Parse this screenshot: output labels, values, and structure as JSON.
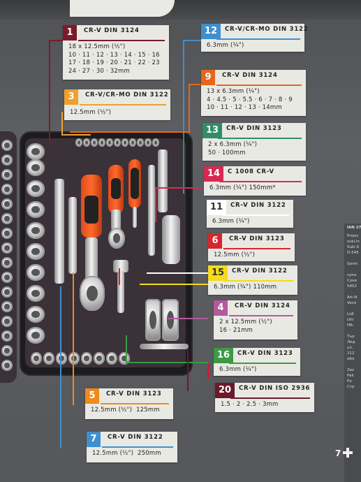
{
  "legend": [
    {
      "num": "1",
      "color": "#7a1b2b",
      "title": "CR-V  DIN 3124",
      "lines": [
        "18 x 12.5mm (½\")",
        "10 · 11 · 12 · 13 · 14 · 15 · 16",
        "17 · 18 · 19 · 20 · 21 · 22 · 23",
        "24 · 27 · 30 · 32mm"
      ]
    },
    {
      "num": "12",
      "color": "#3f8fcf",
      "title": "CR-V/CR-MO  DIN 3122",
      "lines": [
        "6.3mm (¼\")"
      ]
    },
    {
      "num": "9",
      "color": "#e8651b",
      "title": "CR-V  DIN 3124",
      "lines": [
        "13 x 6.3mm (¼\")",
        "4 · 4.5 · 5 · 5.5 · 6 · 7 · 8 · 9",
        "10 · 11 · 12 · 13 · 14mm"
      ]
    },
    {
      "num": "3",
      "color": "#f0a030",
      "title": "CR-V/CR-MO  DIN 3122",
      "lines": [
        "12.5mm (½\")"
      ]
    },
    {
      "num": "13",
      "color": "#2f8e6a",
      "title": "CR-V  DIN 3123",
      "lines": [
        "2 x 6.3mm (¼\")",
        "50 · 100mm"
      ]
    },
    {
      "num": "14",
      "color": "#d62a52",
      "title": "C 1008 CR-V",
      "lines": [
        "6.3mm (¼\") 150mm*"
      ]
    },
    {
      "num": "11",
      "color": "#ffffff",
      "title": "CR-V  DIN 3122",
      "lines": [
        "6.3mm (¼\")"
      ]
    },
    {
      "num": "6",
      "color": "#d8262e",
      "title": "CR-V  DIN 3123",
      "lines": [
        "12.5mm (½\")"
      ]
    },
    {
      "num": "15",
      "color": "#f4dc18",
      "title": "CR-V  DIN 3122",
      "lines": [
        "6.3mm (¼\") 110mm"
      ]
    },
    {
      "num": "4",
      "color": "#b35a9c",
      "title": "CR-V  DIN 3124",
      "lines": [
        "2 x 12.5mm (½\")",
        "16 · 21mm"
      ]
    },
    {
      "num": "16",
      "color": "#3c9a44",
      "title": "CR-V  DIN 3123",
      "lines": [
        "6.3mm (¼\")"
      ]
    },
    {
      "num": "20",
      "color": "#6a1a2a",
      "title": "CR-V  DIN ISO 2936",
      "lines": [
        "1.5 · 2 · 2.5 · 3mm"
      ]
    },
    {
      "num": "5",
      "color": "#f08a1c",
      "title": "CR-V  DIN 3123",
      "lines": [
        "12.5mm (½\")  125mm"
      ]
    },
    {
      "num": "7",
      "color": "#3f8fcf",
      "title": "CR-V  DIN 3122",
      "lines": [
        "12.5mm (½\")  250mm"
      ]
    }
  ],
  "side_text": {
    "ian": "IAN 27",
    "block": "Proizv\nsuki.in\nSuki-S\nD-545\n\nGerm\n\nсука.\nСуки\n5452\n\nArt-N\nVersi\n\nLidl\nUlic\nHR-\n\nТър\nЛид\nул.\n212\nобл\n\nZez\nPak\nРо\nСтр"
  },
  "page_number": "7"
}
